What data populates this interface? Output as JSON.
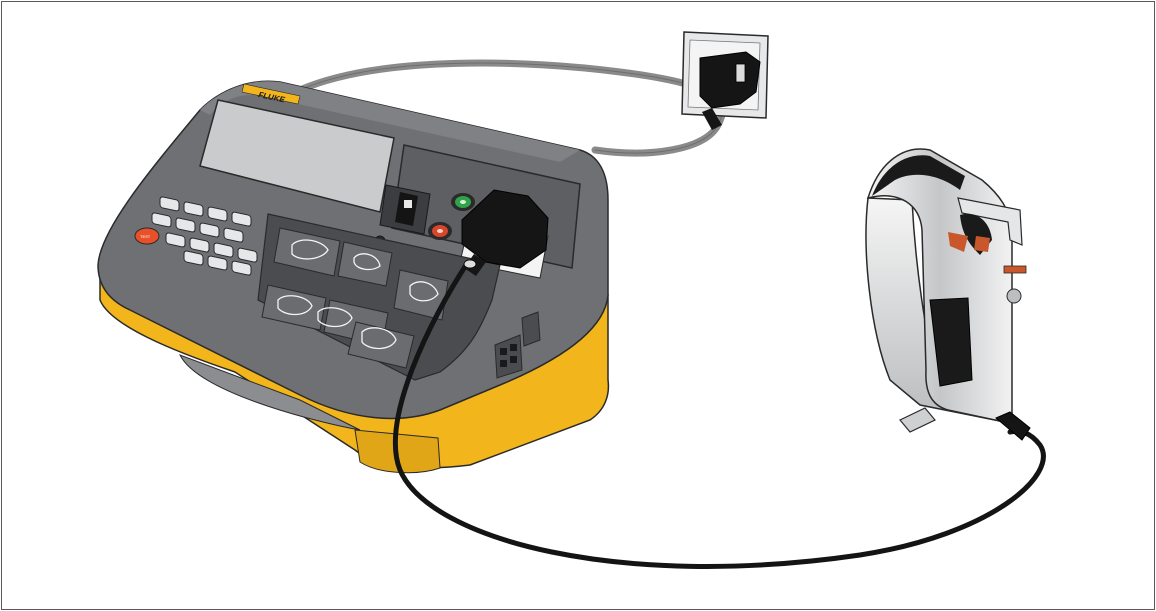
{
  "tester": {
    "brand": "FLUKE",
    "test_key_label": "TEST",
    "body_color": "#6e7074",
    "panel_color": "#5c5e62",
    "base_color": "#f2b51b",
    "screen_color": "#c9cbcd",
    "key_color": "#e6e7e9",
    "test_key_color": "#e8502a",
    "socket_green": "#2fa24a",
    "socket_red": "#d6462b"
  },
  "cables": {
    "supply_cable_color": "#8a8a8a",
    "test_cable_color": "#141414"
  },
  "appliance": {
    "type": "steam-iron",
    "body_color": "#d9dadc",
    "accent_color": "#c9572b"
  }
}
